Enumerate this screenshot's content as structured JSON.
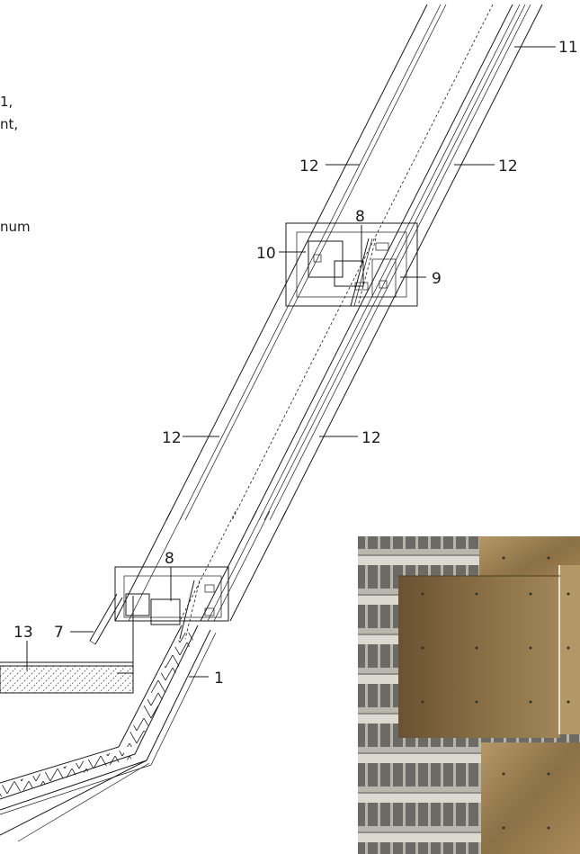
{
  "text_fragments": [
    "1,",
    "nt,",
    "num"
  ],
  "callouts": [
    "11",
    "12",
    "12",
    "10",
    "8",
    "9",
    "12",
    "12",
    "8",
    "13",
    "7",
    "1"
  ],
  "photo": {
    "description_colors": {
      "metal_light": "#c9c4b8",
      "metal_dark": "#5b5a55",
      "panel": "#a98c5c",
      "panel_dark": "#6f5636"
    }
  }
}
